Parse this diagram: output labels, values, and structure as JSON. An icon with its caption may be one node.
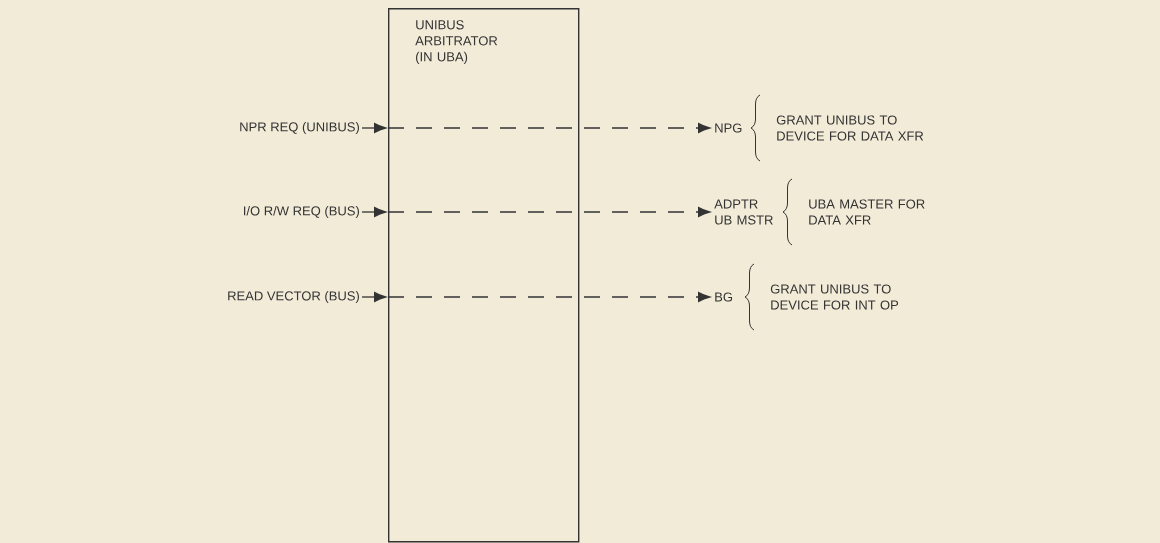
{
  "diagram": {
    "nodes": [
      {
        "text": [
          "UNIBUS ARBITRATOR (IN UBA)"
        ]
      },
      {
        "text": [
          "NPR REQ (UNIBUS)"
        ]
      },
      {
        "text": [
          "I/O R/W REQ (BUS)"
        ]
      },
      {
        "text": [
          "READ VECTOR (BUS)"
        ]
      },
      {
        "text": [
          "NPG"
        ],
        "beside": [
          "GRANT UNIBUS TO DEVICE FOR DATA XFR"
        ]
      },
      {
        "text": [
          "ADPTR UB MSTR"
        ],
        "beside": [
          "UBA MASTER FOR DATA XFR"
        ]
      },
      {
        "text": [
          "BG"
        ],
        "beside": [
          "GRANT UNIBUS TO DEVICE FOR INT OP"
        ]
      }
    ],
    "edges": [
      {
        "from": 1,
        "to": 0,
        "arrow": "to"
      },
      {
        "from": 0,
        "to": 4,
        "arrow": "to",
        "style": "dashed"
      },
      {
        "from": 2,
        "to": 0,
        "arrow": "to"
      },
      {
        "from": 0,
        "to": 5,
        "arrow": "to",
        "style": "dashed"
      },
      {
        "from": 3,
        "to": 0,
        "arrow": "to"
      },
      {
        "from": 0,
        "to": 6,
        "arrow": "to",
        "style": "dashed"
      }
    ]
  }
}
